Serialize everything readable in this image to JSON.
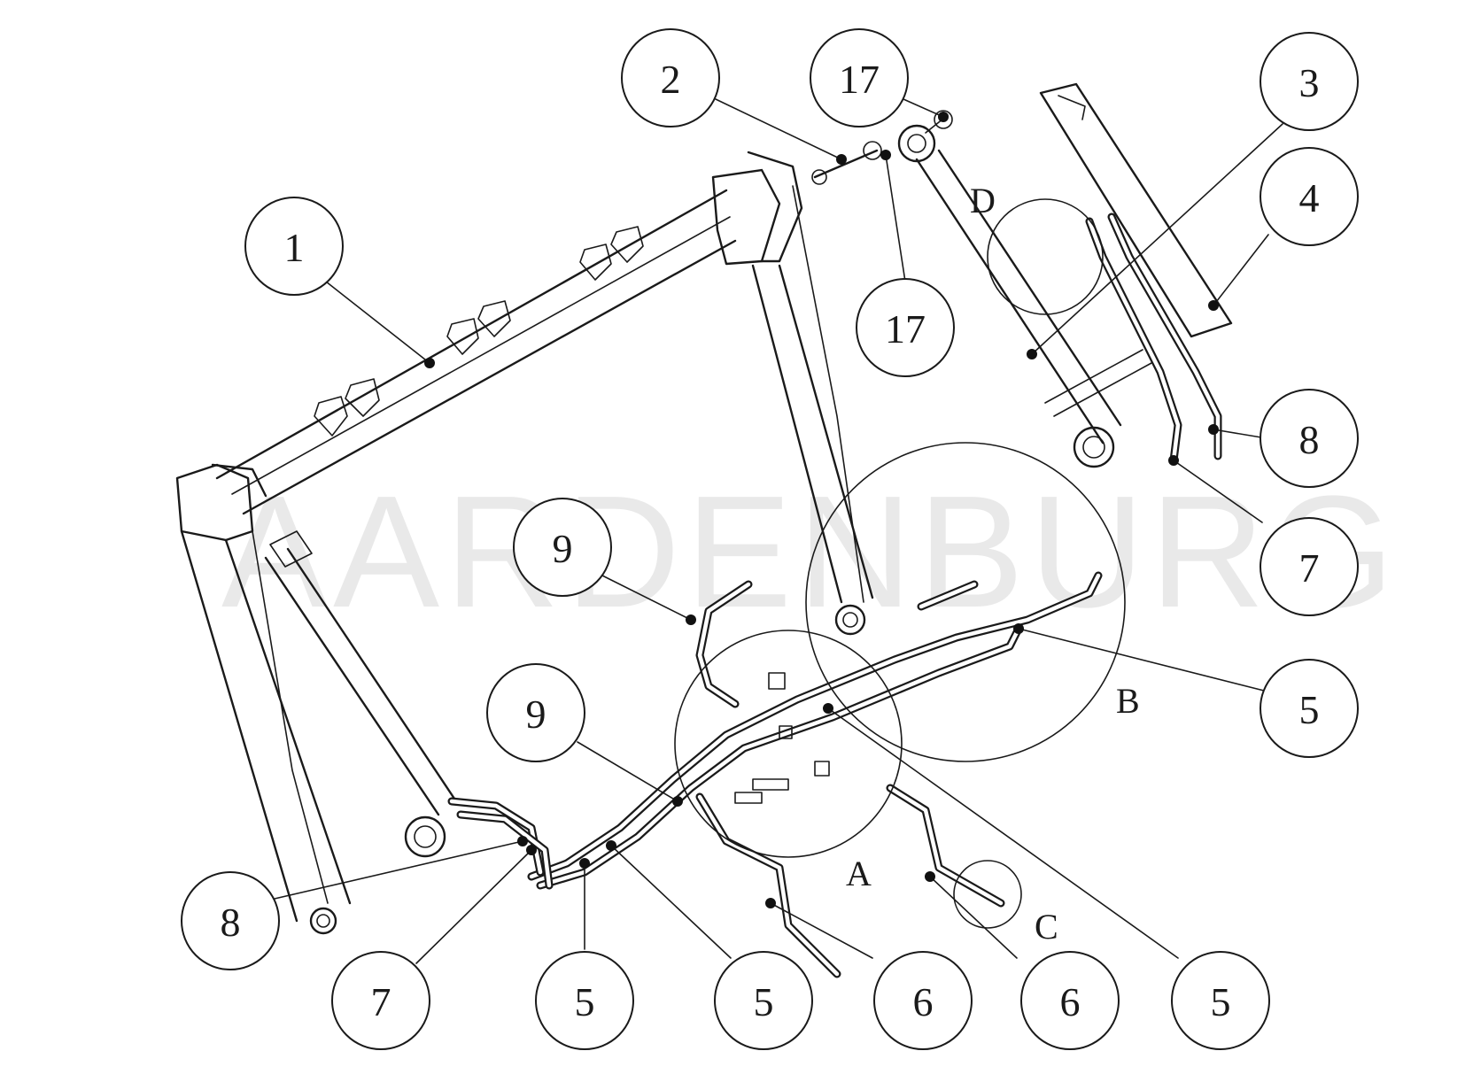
{
  "watermark": {
    "text": "AARDENBURG"
  },
  "callouts": [
    {
      "id": "c-1",
      "label": "1"
    },
    {
      "id": "c-2",
      "label": "2"
    },
    {
      "id": "c-17a",
      "label": "17"
    },
    {
      "id": "c-17b",
      "label": "17"
    },
    {
      "id": "c-3",
      "label": "3"
    },
    {
      "id": "c-4",
      "label": "4"
    },
    {
      "id": "c-8a",
      "label": "8"
    },
    {
      "id": "c-7a",
      "label": "7"
    },
    {
      "id": "c-9a",
      "label": "9"
    },
    {
      "id": "c-9b",
      "label": "9"
    },
    {
      "id": "c-5a",
      "label": "5"
    },
    {
      "id": "c-8b",
      "label": "8"
    },
    {
      "id": "c-7b",
      "label": "7"
    },
    {
      "id": "c-5b",
      "label": "5"
    },
    {
      "id": "c-5c",
      "label": "5"
    },
    {
      "id": "c-6a",
      "label": "6"
    },
    {
      "id": "c-6b",
      "label": "6"
    },
    {
      "id": "c-5d",
      "label": "5"
    }
  ],
  "detail_letters": {
    "a": "A",
    "b": "B",
    "c": "C",
    "d": "D"
  }
}
